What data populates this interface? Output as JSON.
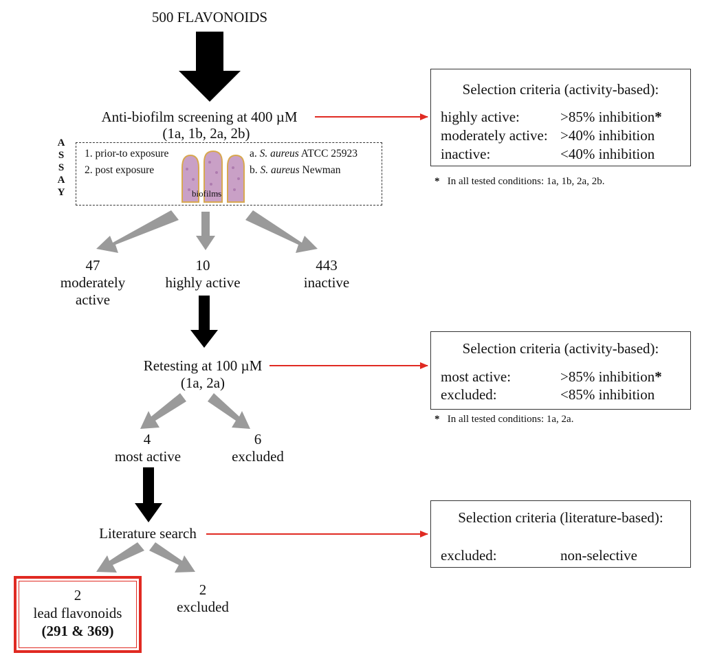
{
  "top_title": "500 FLAVONOIDS",
  "screening": {
    "line1": "Anti-biofilm screening at 400 µM",
    "line2": "(1a, 1b, 2a, 2b)"
  },
  "assay": {
    "vertical_label": [
      "A",
      "S",
      "S",
      "A",
      "Y"
    ],
    "item1": "1. prior-to exposure",
    "item2": "2. post exposure",
    "strain_a_prefix": "a. ",
    "strain_a_italic": "S. aureus",
    "strain_a_suffix": " ATCC 25923",
    "strain_b_prefix": "b. ",
    "strain_b_italic": "S. aureus",
    "strain_b_suffix": " Newman",
    "biofilms_label": "biofilms"
  },
  "box1": {
    "title": "Selection criteria (activity-based):",
    "rows": [
      {
        "label": "highly active:",
        "value": ">85% inhibition",
        "star": "*"
      },
      {
        "label": "moderately active:",
        "value": ">40% inhibition",
        "star": ""
      },
      {
        "label": "inactive:",
        "value": "<40% inhibition",
        "star": ""
      }
    ],
    "note_star": "*",
    "note": "In all tested conditions: 1a, 1b, 2a, 2b."
  },
  "results1": {
    "left_count": "47",
    "left_l1": "moderately",
    "left_l2": "active",
    "mid_count": "10",
    "mid_l1": "highly active",
    "right_count": "443",
    "right_l1": "inactive"
  },
  "retest": {
    "line1": "Retesting at 100 µM",
    "line2": "(1a, 2a)"
  },
  "box2": {
    "title": "Selection criteria (activity-based):",
    "rows": [
      {
        "label": "most active:",
        "value": ">85% inhibition",
        "star": "*"
      },
      {
        "label": "excluded:",
        "value": "<85% inhibition",
        "star": ""
      }
    ],
    "note_star": "*",
    "note": "In all tested conditions: 1a, 2a."
  },
  "results2": {
    "left_count": "4",
    "left_l1": "most active",
    "right_count": "6",
    "right_l1": "excluded"
  },
  "literature": {
    "label": "Literature search"
  },
  "box3": {
    "title": "Selection criteria (literature-based):",
    "row_label": "excluded:",
    "row_value": "non-selective"
  },
  "results3": {
    "lead_count": "2",
    "lead_l1": "lead flavonoids",
    "lead_l2": "(291 & 369)",
    "right_count": "2",
    "right_l1": "excluded"
  },
  "colors": {
    "accent_red": "#e02a22",
    "arrow_gray": "#9a9a9a",
    "arrow_black": "#000000"
  }
}
